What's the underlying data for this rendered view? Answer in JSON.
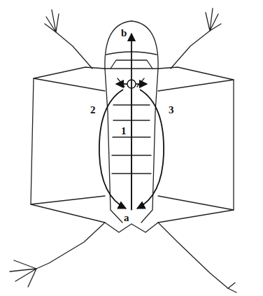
{
  "diagram": {
    "labels": [
      "b",
      "2",
      "1",
      "3",
      "a"
    ]
  }
}
